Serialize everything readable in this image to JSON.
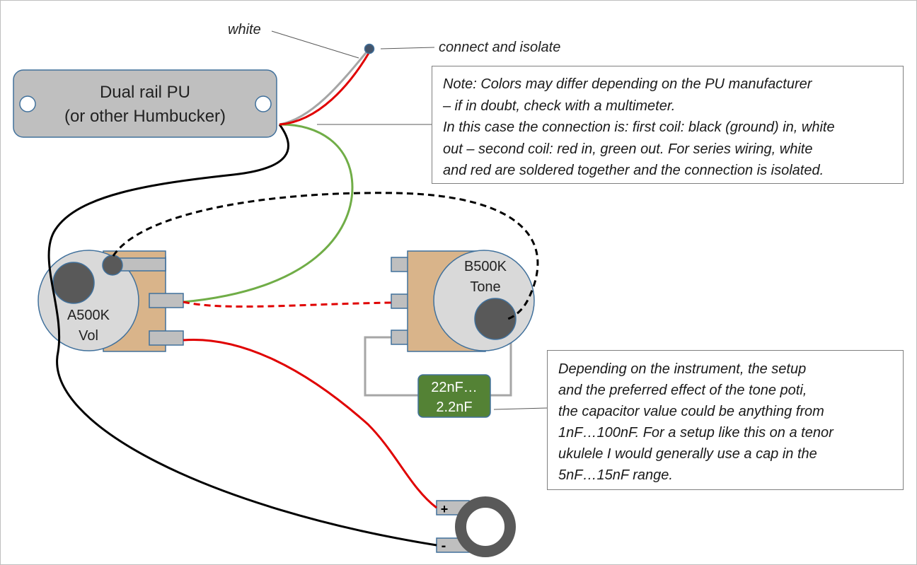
{
  "labels": {
    "white": "white",
    "connect": "connect and isolate"
  },
  "pickup": {
    "line1": "Dual rail PU",
    "line2": "(or other Humbucker)"
  },
  "pot_volume": {
    "value": "A500K",
    "name": "Vol"
  },
  "pot_tone": {
    "value": "B500K",
    "name": "Tone"
  },
  "capacitor": {
    "line1": "22nF…",
    "line2": "2.2nF"
  },
  "jack": {
    "plus": "+",
    "minus": "-"
  },
  "note_colors": {
    "lines": [
      "Note: Colors may differ depending on the PU manufacturer",
      "– if in doubt, check with a multimeter.",
      "In this case the connection is: first coil: black (ground) in, white",
      "out – second coil: red in, green out. For series wiring, white",
      "and red are soldered together and the connection is isolated."
    ]
  },
  "note_cap": {
    "lines": [
      "Depending on the instrument, the setup",
      "and the preferred effect of the tone poti,",
      "the capacitor value could be anything from",
      "1nF…100nF. For a setup like this on a tenor",
      "ukulele I would generally use a cap in the",
      "5nF…15nF range."
    ]
  },
  "colors": {
    "wire_black": "#000000",
    "wire_red": "#e00000",
    "wire_green": "#70ad47",
    "wire_white": "#a6a6a6",
    "pickup_fill": "#bfbfbf",
    "pot_body": "#d9b48a",
    "pot_knob": "#d9d9d9",
    "capacitor": "#548235",
    "lug": "#bfbfbf",
    "shaft": "#595959"
  }
}
